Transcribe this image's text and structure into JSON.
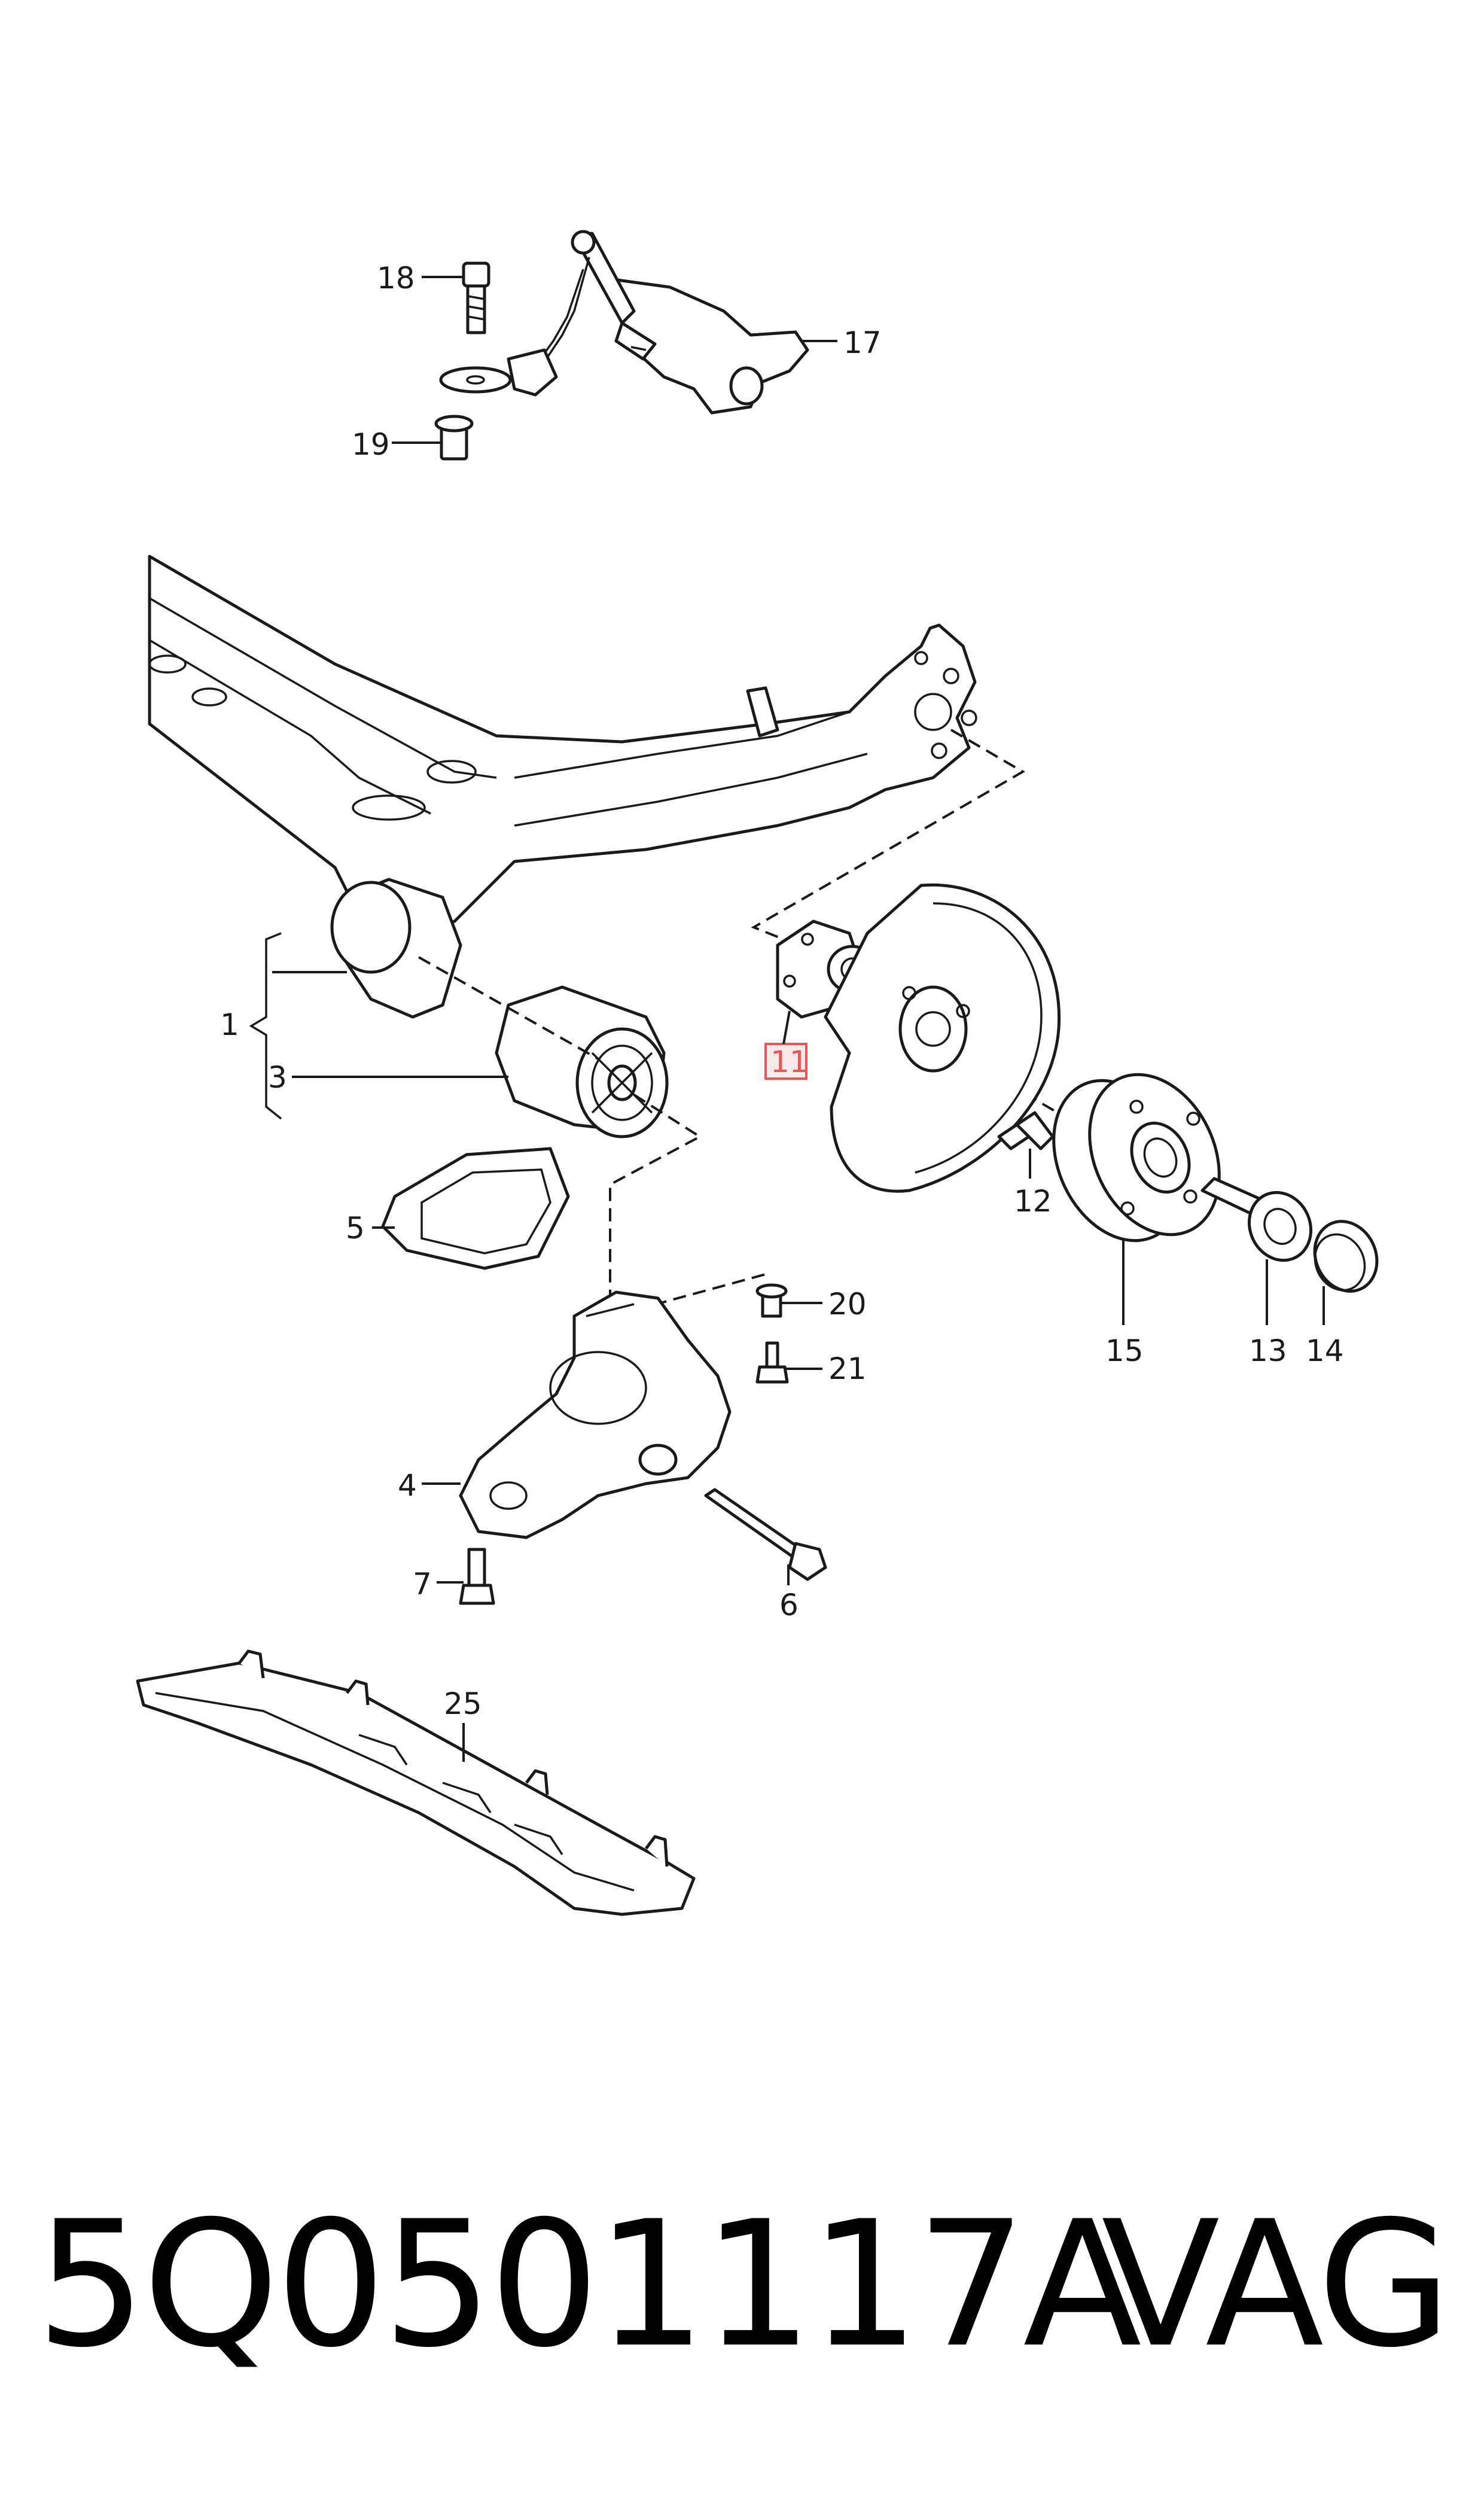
{
  "callouts": {
    "c1": "1",
    "c3": "3",
    "c4": "4",
    "c5": "5",
    "c6": "6",
    "c7": "7",
    "c11": "11",
    "c12": "12",
    "c13": "13",
    "c14": "14",
    "c15": "15",
    "c17": "17",
    "c18": "18",
    "c19": "19",
    "c20": "20",
    "c21": "21",
    "c25": "25"
  },
  "highlight_color": "#e05a5a",
  "footer": {
    "part_number": "5Q0501117A",
    "brand": "VAG"
  }
}
